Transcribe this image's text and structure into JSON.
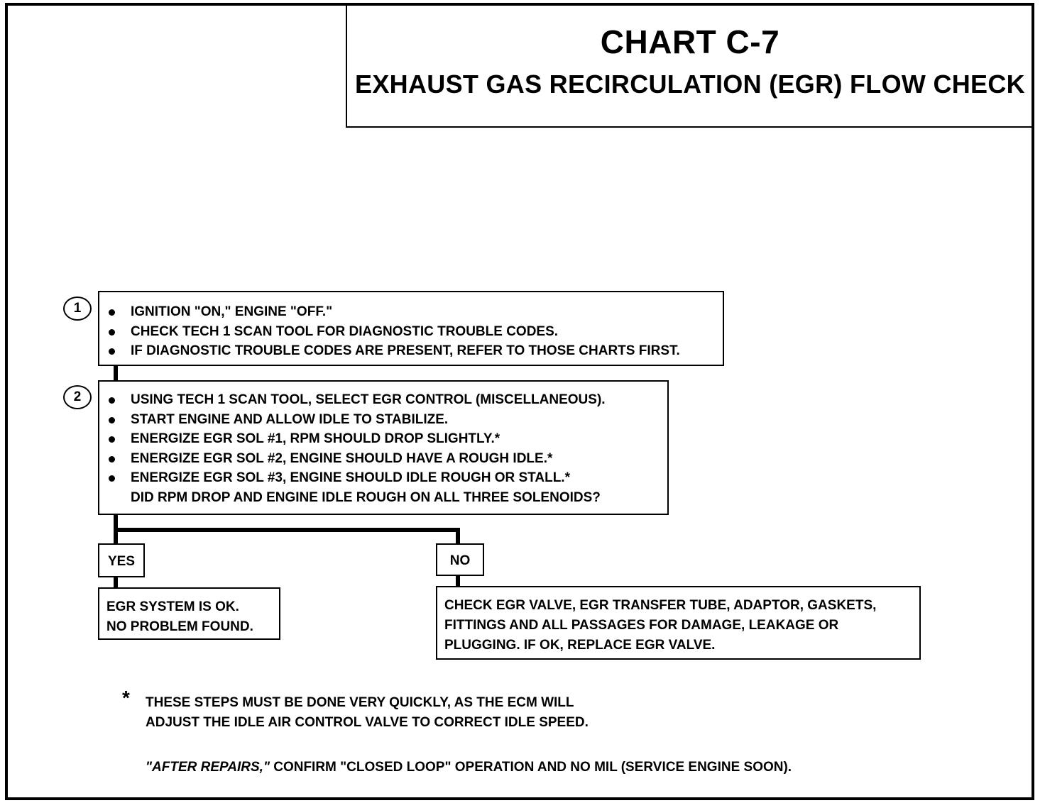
{
  "title": {
    "main": "CHART C-7",
    "sub": "EXHAUST GAS RECIRCULATION (EGR) FLOW CHECK"
  },
  "step1": {
    "number": "1",
    "bullets": [
      "IGNITION \"ON,\" ENGINE \"OFF.\"",
      "CHECK TECH 1 SCAN TOOL FOR DIAGNOSTIC TROUBLE CODES.",
      "IF DIAGNOSTIC TROUBLE CODES ARE PRESENT, REFER TO THOSE CHARTS FIRST."
    ]
  },
  "step2": {
    "number": "2",
    "bullets": [
      "USING TECH 1 SCAN TOOL, SELECT EGR CONTROL (MISCELLANEOUS).",
      "START ENGINE AND ALLOW IDLE TO STABILIZE.",
      "ENERGIZE EGR SOL #1, RPM SHOULD DROP SLIGHTLY.*",
      "ENERGIZE EGR SOL #2, ENGINE SHOULD HAVE A ROUGH IDLE.*",
      "ENERGIZE EGR SOL #3, ENGINE SHOULD IDLE ROUGH OR STALL.*"
    ],
    "question": "DID RPM DROP AND ENGINE IDLE ROUGH ON ALL THREE SOLENOIDS?"
  },
  "branches": {
    "yes": {
      "label": "YES",
      "lines": [
        "EGR SYSTEM IS OK.",
        "NO PROBLEM FOUND."
      ]
    },
    "no": {
      "label": "NO",
      "lines": [
        "CHECK EGR VALVE, EGR TRANSFER TUBE, ADAPTOR, GASKETS,",
        "FITTINGS AND ALL PASSAGES FOR DAMAGE, LEAKAGE OR",
        "PLUGGING.  IF OK, REPLACE EGR VALVE."
      ]
    }
  },
  "footnote": {
    "symbol": "*",
    "lines": [
      "THESE STEPS MUST BE DONE  VERY QUICKLY, AS THE ECM WILL",
      "ADJUST THE IDLE AIR CONTROL VALVE TO CORRECT IDLE SPEED."
    ]
  },
  "after_repairs": {
    "prefix": "\"AFTER REPAIRS,\"",
    "text": " CONFIRM \"CLOSED LOOP\" OPERATION AND NO MIL (SERVICE ENGINE SOON)."
  }
}
